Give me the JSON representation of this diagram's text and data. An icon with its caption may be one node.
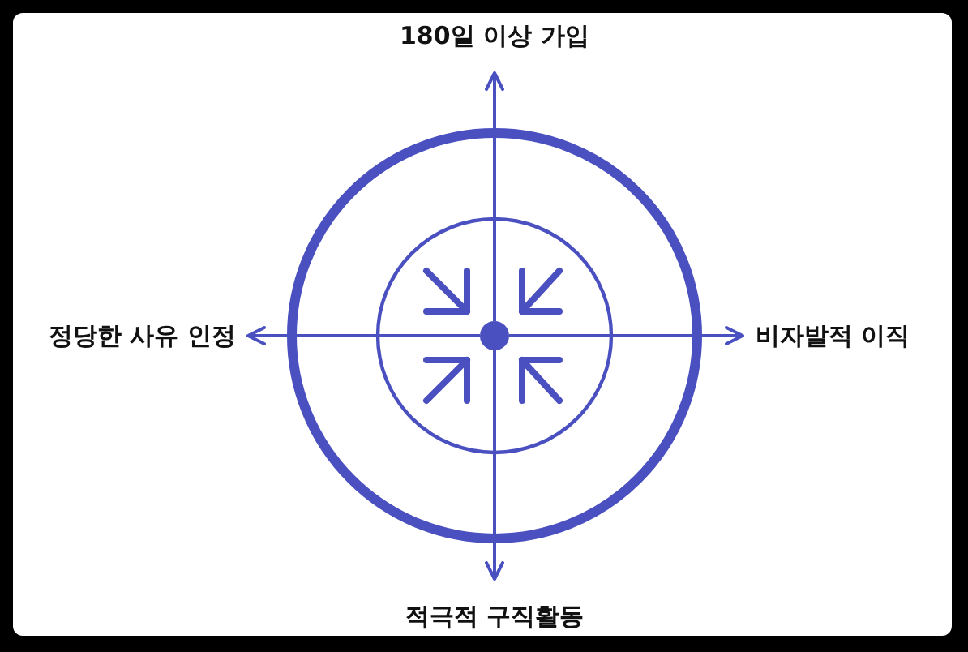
{
  "diagram": {
    "nodes": [
      {
        "text": [
          "180일 이상 가입"
        ]
      },
      {
        "text": [
          "정당한 사유 인정"
        ]
      },
      {
        "text": [
          "비자발적 이직"
        ]
      },
      {
        "text": [
          "적극적 구직활동"
        ]
      },
      {
        "text": [],
        "shape": "circle"
      }
    ],
    "edges": [
      {
        "from": 4,
        "to": 0,
        "arrow": "to"
      },
      {
        "from": 4,
        "to": 1,
        "arrow": "to"
      },
      {
        "from": 4,
        "to": 2,
        "arrow": "to"
      },
      {
        "from": 4,
        "to": 3,
        "arrow": "to"
      }
    ]
  }
}
